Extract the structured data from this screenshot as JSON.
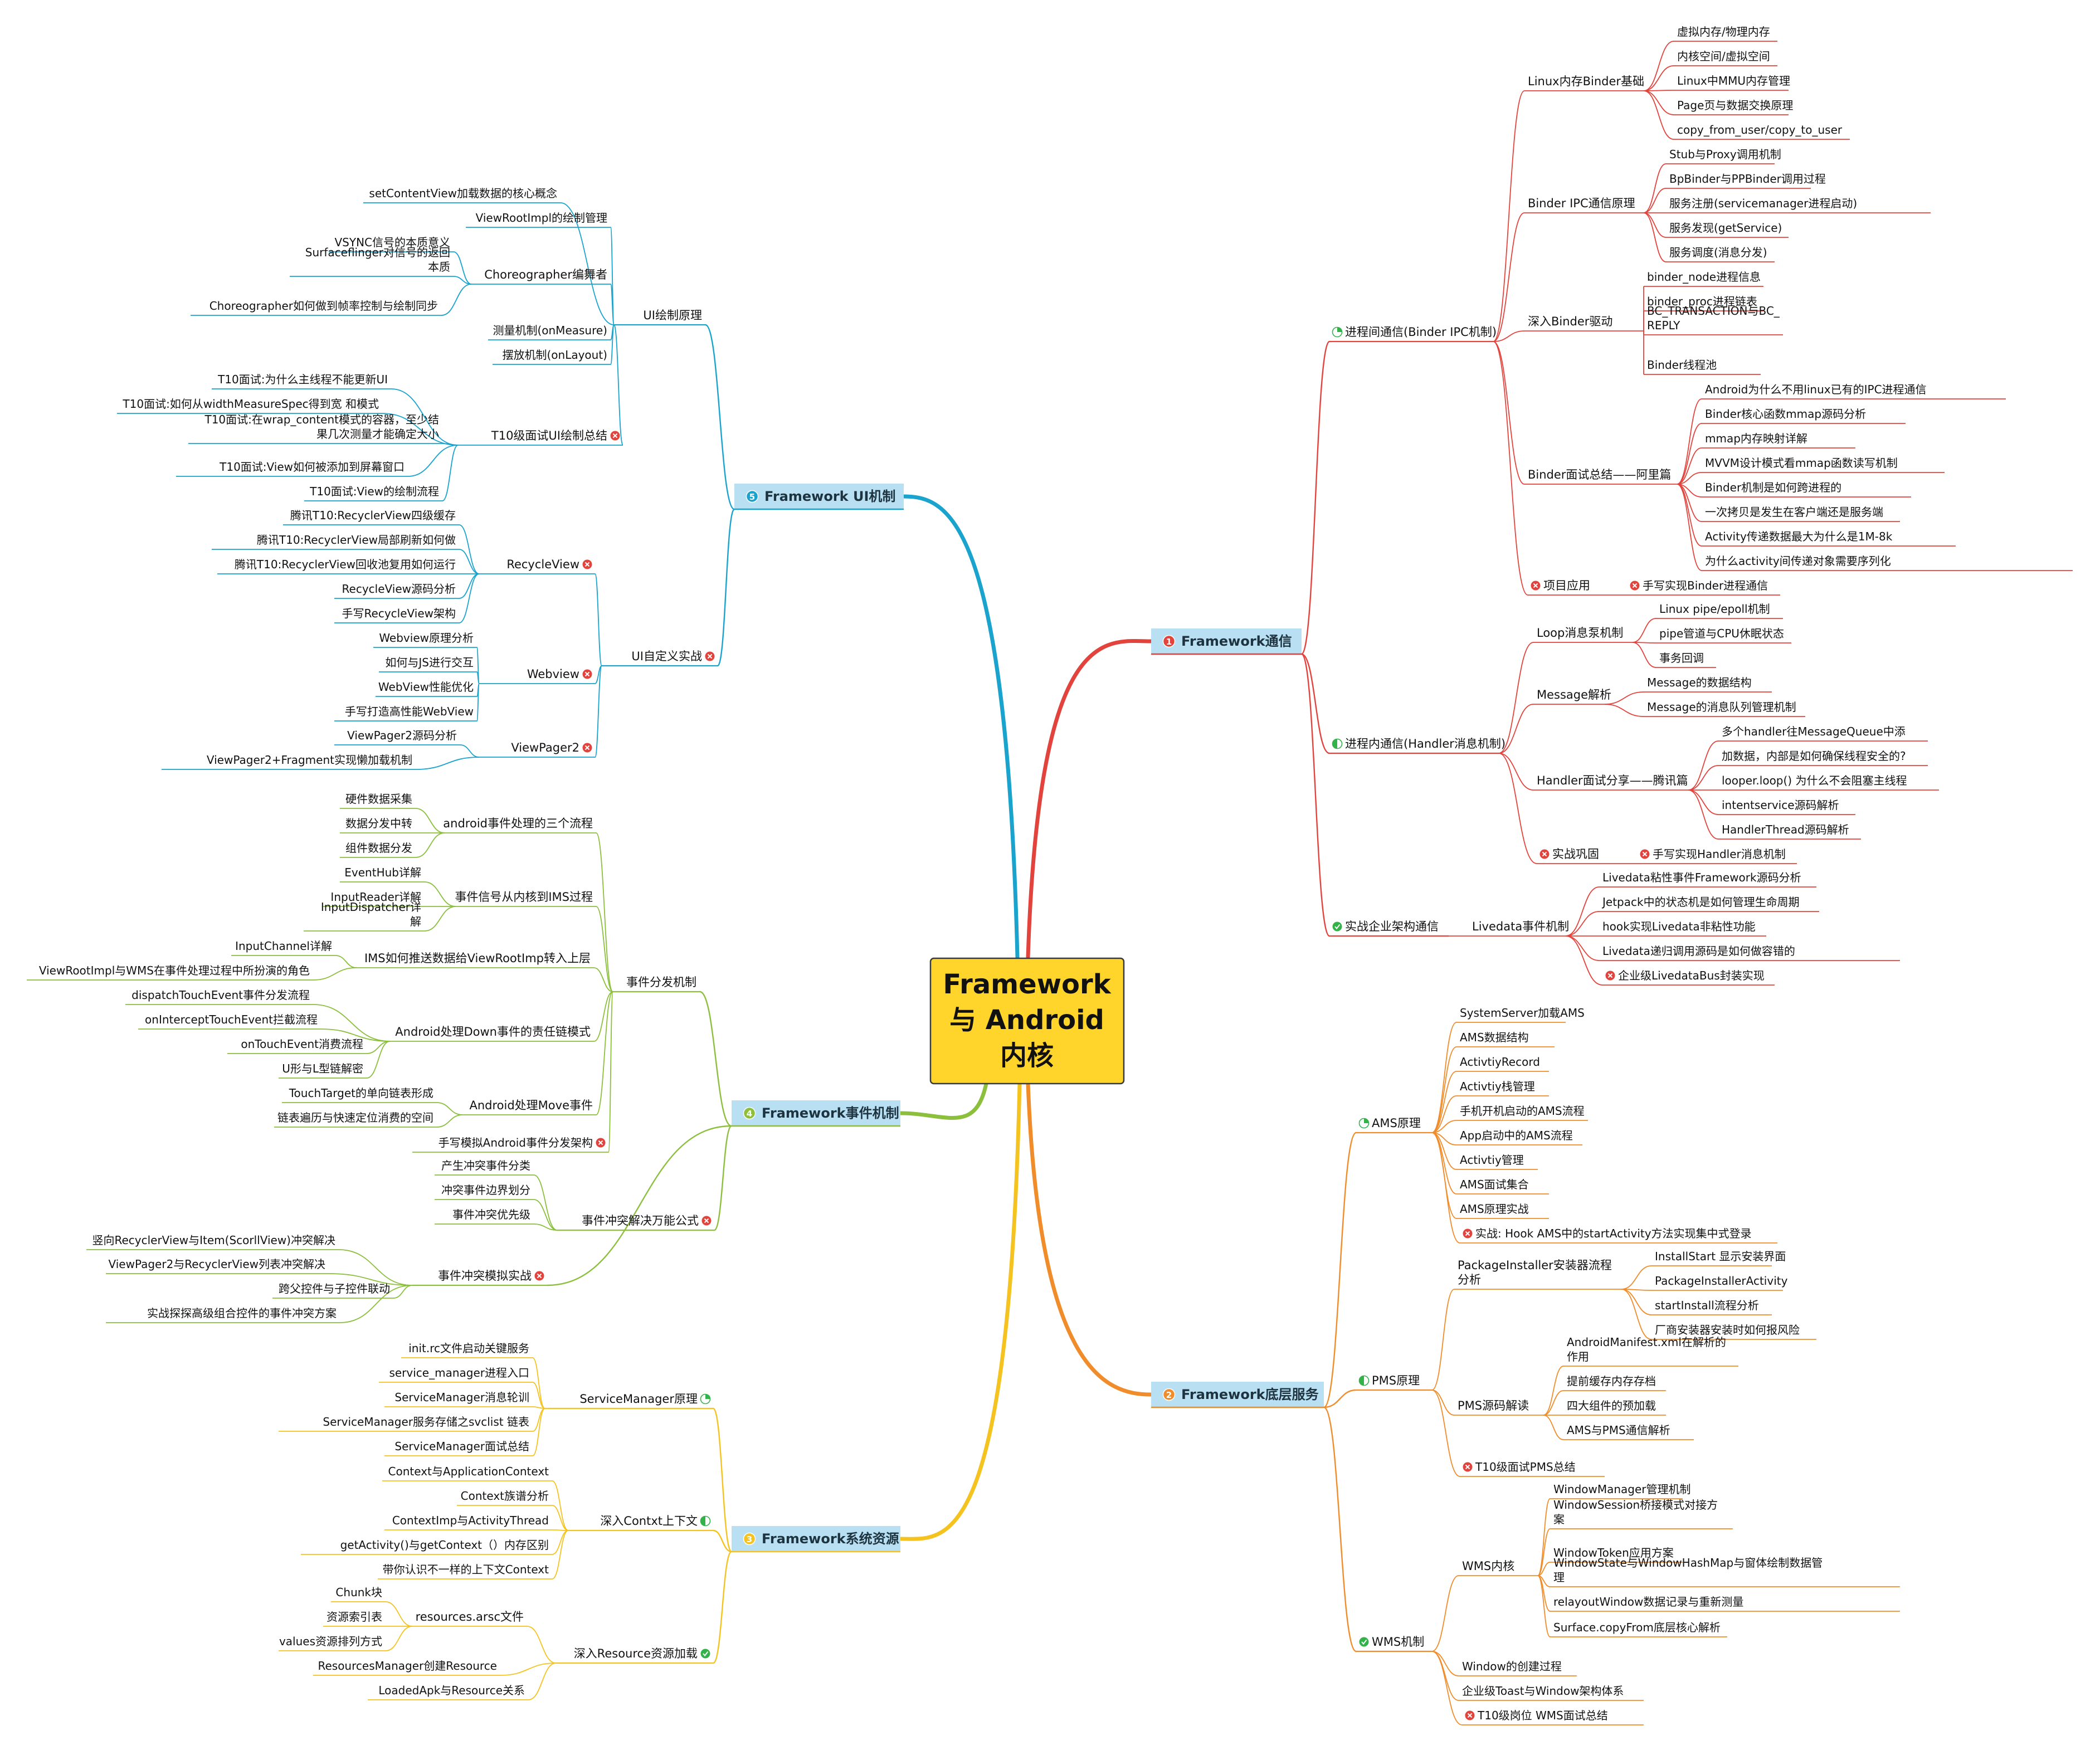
{
  "center": {
    "lines": [
      "Framework",
      "与 Android",
      "内核"
    ]
  },
  "colors": {
    "red": "#e2433c",
    "orange": "#f08c2a",
    "yellow": "#f4c320",
    "green": "#8bbf3c",
    "blue": "#1aa3cc",
    "center_fill": "#ffd52b",
    "tag_fill": "#b9e0f2"
  },
  "branches": [
    {
      "key": "b1",
      "num": "1",
      "title": "Framework通信",
      "color": "red",
      "children": [
        {
          "label": "进程间通信(Binder IPC机制)",
          "icon": "pie-icon",
          "children": [
            {
              "label": "Linux内存Binder基础",
              "children": [
                {
                  "label": "虚拟内存/物理内存"
                },
                {
                  "label": "内核空间/虚拟空间"
                },
                {
                  "label": "Linux中MMU内存管理"
                },
                {
                  "label": "Page页与数据交换原理"
                },
                {
                  "label": "copy_from_user/copy_to_user"
                }
              ]
            },
            {
              "label": "Binder IPC通信原理",
              "children": [
                {
                  "label": "Stub与Proxy调用机制"
                },
                {
                  "label": "BpBinder与PPBinder调用过程"
                },
                {
                  "label": "服务注册(servicemanager进程启动)"
                },
                {
                  "label": "服务发现(getService)"
                },
                {
                  "label": "服务调度(消息分发)"
                }
              ]
            },
            {
              "label": "深入Binder驱动",
              "children": [
                {
                  "label": "binder_node进程信息"
                },
                {
                  "label": "binder_proc进程链表"
                },
                {
                  "label": "BC_TRANSACTION与BC_REPLY"
                },
                {
                  "label": "Binder线程池"
                }
              ]
            },
            {
              "label": "Binder面试总结——阿里篇",
              "children": [
                {
                  "label": "Android为什么不用linux已有的IPC进程通信"
                },
                {
                  "label": "Binder核心函数mmap源码分析"
                },
                {
                  "label": "mmap内存映射详解"
                },
                {
                  "label": "MVVM设计模式看mmap函数读写机制"
                },
                {
                  "label": "Binder机制是如何跨进程的"
                },
                {
                  "label": "一次拷贝是发生在客户端还是服务端"
                },
                {
                  "label": "Activity传递数据最大为什么是1M-8k"
                },
                {
                  "label": "为什么activity间传递对象需要序列化"
                }
              ]
            },
            {
              "label": "项目应用",
              "icon": "priority-icon",
              "children": [
                {
                  "label": "手写实现Binder进程通信",
                  "icon": "priority-icon"
                }
              ]
            }
          ]
        },
        {
          "label": "进程内通信(Handler消息机制)",
          "icon": "half-icon",
          "children": [
            {
              "label": "Loop消息泵机制",
              "children": [
                {
                  "label": "Linux pipe/epoll机制"
                },
                {
                  "label": "pipe管道与CPU休眠状态"
                },
                {
                  "label": "事务回调"
                }
              ]
            },
            {
              "label": "Message解析",
              "children": [
                {
                  "label": "Message的数据结构"
                },
                {
                  "label": "Message的消息队列管理机制"
                }
              ]
            },
            {
              "label": "Handler面试分享——腾讯篇",
              "children": [
                {
                  "label": "多个handler往MessageQueue中添"
                },
                {
                  "label": "加数据，内部是如何确保线程安全的?"
                },
                {
                  "label": "looper.loop() 为什么不会阻塞主线程"
                },
                {
                  "label": "intentservice源码解析"
                },
                {
                  "label": "HandlerThread源码解析"
                }
              ]
            },
            {
              "label": "实战巩固",
              "icon": "priority-icon",
              "children": [
                {
                  "label": "手写实现Handler消息机制",
                  "icon": "priority-icon"
                }
              ]
            }
          ]
        },
        {
          "label": "实战企业架构通信",
          "icon": "check-icon",
          "children": [
            {
              "label": "Livedata事件机制",
              "children": [
                {
                  "label": "Livedata粘性事件Framework源码分析"
                },
                {
                  "label": "Jetpack中的状态机是如何管理生命周期"
                },
                {
                  "label": "hook实现Livedata非粘性功能"
                },
                {
                  "label": "Livedata递归调用源码是如何做容错的"
                },
                {
                  "label": "企业级LivedataBus封装实现",
                  "icon": "priority-icon"
                }
              ]
            }
          ]
        }
      ]
    },
    {
      "key": "b2",
      "num": "2",
      "title": "Framework底层服务",
      "color": "orange",
      "children": [
        {
          "label": "AMS原理",
          "icon": "pie-icon",
          "children": [
            {
              "label": "SystemServer加载AMS"
            },
            {
              "label": "AMS数据结构"
            },
            {
              "label": "ActivtiyRecord"
            },
            {
              "label": "Activtiy栈管理"
            },
            {
              "label": "手机开机启动的AMS流程"
            },
            {
              "label": "App启动中的AMS流程"
            },
            {
              "label": "Activtiy管理"
            },
            {
              "label": "AMS面试集合"
            },
            {
              "label": "AMS原理实战"
            },
            {
              "label": "实战: Hook AMS中的startActivity方法实现集中式登录",
              "icon": "priority-icon"
            }
          ]
        },
        {
          "label": "PMS原理",
          "icon": "half-icon",
          "children": [
            {
              "label": "PackageInstaller安装器流程分析",
              "children": [
                {
                  "label": "InstallStart 显示安装界面"
                },
                {
                  "label": "PackageInstallerActivity"
                },
                {
                  "label": "startInstall流程分析"
                },
                {
                  "label": "厂商安装器安装时如何报风险"
                }
              ]
            },
            {
              "label": "PMS源码解读",
              "children": [
                {
                  "label": "AndroidManifest.xml在解析的作用"
                },
                {
                  "label": "提前缓存内存存档"
                },
                {
                  "label": "四大组件的预加载"
                },
                {
                  "label": "AMS与PMS通信解析"
                }
              ]
            },
            {
              "label": "T10级面试PMS总结",
              "icon": "priority-icon"
            }
          ]
        },
        {
          "label": "WMS机制",
          "icon": "check-icon",
          "children": [
            {
              "label": "WMS内核",
              "children": [
                {
                  "label": "WindowManager管理机制"
                },
                {
                  "label": "WindowSession桥接模式对接方案"
                },
                {
                  "label": "WindowToken应用方案"
                },
                {
                  "label": "WindowState与WindowHashMap与窗体绘制数据管理"
                },
                {
                  "label": "relayoutWindow数据记录与重新测量"
                },
                {
                  "label": "Surface.copyFrom底层核心解析"
                }
              ]
            },
            {
              "label": "Window的创建过程"
            },
            {
              "label": "企业级Toast与Window架构体系"
            },
            {
              "label": "T10级岗位 WMS面试总结",
              "icon": "priority-icon"
            }
          ]
        }
      ]
    },
    {
      "key": "b3",
      "num": "3",
      "title": "Framework系统资源",
      "color": "yellow",
      "children": [
        {
          "label": "ServiceManager原理",
          "icon": "pie-icon",
          "children": [
            {
              "label": "init.rc文件启动关键服务"
            },
            {
              "label": "service_manager进程入口"
            },
            {
              "label": "ServiceManager消息轮训"
            },
            {
              "label": "ServiceManager服务存储之svclist 链表"
            },
            {
              "label": "ServiceManager面试总结"
            }
          ]
        },
        {
          "label": "深入Contxt上下文",
          "icon": "half-icon",
          "children": [
            {
              "label": "Context与ApplicationContext"
            },
            {
              "label": "Context族谱分析"
            },
            {
              "label": "ContextImp与ActivityThread"
            },
            {
              "label": "getActivity()与getContext（）内存区别"
            },
            {
              "label": "带你认识不一样的上下文Context"
            }
          ]
        },
        {
          "label": "深入Resource资源加载",
          "icon": "check-icon",
          "children": [
            {
              "label": "resources.arsc文件",
              "children": [
                {
                  "label": "Chunk块"
                },
                {
                  "label": "资源索引表"
                },
                {
                  "label": "values资源排列方式"
                }
              ]
            },
            {
              "label": "ResourcesManager创建Resource"
            },
            {
              "label": "LoadedApk与Resource关系"
            }
          ]
        }
      ]
    },
    {
      "key": "b4",
      "num": "4",
      "title": "Framework事件机制",
      "color": "green",
      "children": [
        {
          "label": "事件分发机制",
          "children": [
            {
              "label": "android事件处理的三个流程",
              "children": [
                {
                  "label": "硬件数据采集"
                },
                {
                  "label": "数据分发中转"
                },
                {
                  "label": "组件数据分发"
                }
              ]
            },
            {
              "label": "事件信号从内核到IMS过程",
              "children": [
                {
                  "label": "EventHub详解"
                },
                {
                  "label": "InputReader详解"
                },
                {
                  "label": "InputDispatcher详解"
                }
              ]
            },
            {
              "label": "IMS如何推送数据给ViewRootImp转入上层",
              "children": [
                {
                  "label": "InputChannel详解"
                },
                {
                  "label": "ViewRootImpl与WMS在事件处理过程中所扮演的角色"
                }
              ]
            },
            {
              "label": "Android处理Down事件的责任链模式",
              "children": [
                {
                  "label": "dispatchTouchEvent事件分发流程"
                },
                {
                  "label": "onInterceptTouchEvent拦截流程"
                },
                {
                  "label": "onTouchEvent消费流程"
                },
                {
                  "label": "U形与L型链解密"
                }
              ]
            },
            {
              "label": "Android处理Move事件",
              "children": [
                {
                  "label": "TouchTarget的单向链表形成"
                },
                {
                  "label": "链表遍历与快速定位消费的空间"
                }
              ]
            },
            {
              "label": "手写模拟Android事件分发架构",
              "icon": "priority-icon"
            }
          ]
        },
        {
          "label": "事件冲突解决万能公式",
          "icon": "priority-icon",
          "children": [
            {
              "label": "产生冲突事件分类"
            },
            {
              "label": "冲突事件边界划分"
            },
            {
              "label": "事件冲突优先级"
            }
          ]
        },
        {
          "label": "事件冲突模拟实战",
          "icon": "priority-icon",
          "children": [
            {
              "label": "竖向RecyclerView与Item(ScorllView)冲突解决"
            },
            {
              "label": "ViewPager2与RecyclerView列表冲突解决"
            },
            {
              "label": "跨父控件与子控件联动"
            },
            {
              "label": "实战探探高级组合控件的事件冲突方案"
            }
          ]
        }
      ]
    },
    {
      "key": "b5",
      "num": "5",
      "title": "Framework  UI机制",
      "color": "blue",
      "children": [
        {
          "label": "UI绘制原理",
          "children": [
            {
              "label": "setContentView加载数据的核心概念"
            },
            {
              "label": "ViewRootImpl的绘制管理"
            },
            {
              "label": "Choreographer编舞者",
              "children": [
                {
                  "label": "VSYNC信号的本质意义"
                },
                {
                  "label": "Surfaceflinger对信号的返回本质"
                },
                {
                  "label": "Choreographer如何做到帧率控制与绘制同步"
                }
              ]
            },
            {
              "label": "测量机制(onMeasure)"
            },
            {
              "label": "摆放机制(onLayout)"
            },
            {
              "label": "T10级面试UI绘制总结",
              "icon": "priority-icon",
              "children": [
                {
                  "label": "T10面试:为什么主线程不能更新UI"
                },
                {
                  "label": "T10面试:如何从widthMeasureSpec得到宽 和模式"
                },
                {
                  "label": "T10面试:在wrap_content模式的容器，至少结果几次测量才能确定大小"
                },
                {
                  "label": "T10面试:View如何被添加到屏幕窗口"
                },
                {
                  "label": "T10面试:View的绘制流程"
                }
              ]
            }
          ]
        },
        {
          "label": "UI自定义实战",
          "icon": "priority-icon",
          "children": [
            {
              "label": "RecycleView",
              "icon": "priority-icon",
              "children": [
                {
                  "label": "腾讯T10:RecyclerView四级缓存"
                },
                {
                  "label": "腾讯T10:RecyclerView局部刷新如何做"
                },
                {
                  "label": "腾讯T10:RecyclerView回收池复用如何运行"
                },
                {
                  "label": "RecycleView源码分析"
                },
                {
                  "label": "手写RecycleView架构"
                }
              ]
            },
            {
              "label": "Webview",
              "icon": "priority-icon",
              "children": [
                {
                  "label": "Webview原理分析"
                },
                {
                  "label": "如何与JS进行交互"
                },
                {
                  "label": "WebView性能优化"
                },
                {
                  "label": "手写打造高性能WebView"
                }
              ]
            },
            {
              "label": "ViewPager2",
              "icon": "priority-icon",
              "children": [
                {
                  "label": "ViewPager2源码分析"
                },
                {
                  "label": "ViewPager2+Fragment实现懒加载机制"
                }
              ]
            }
          ]
        }
      ]
    }
  ]
}
